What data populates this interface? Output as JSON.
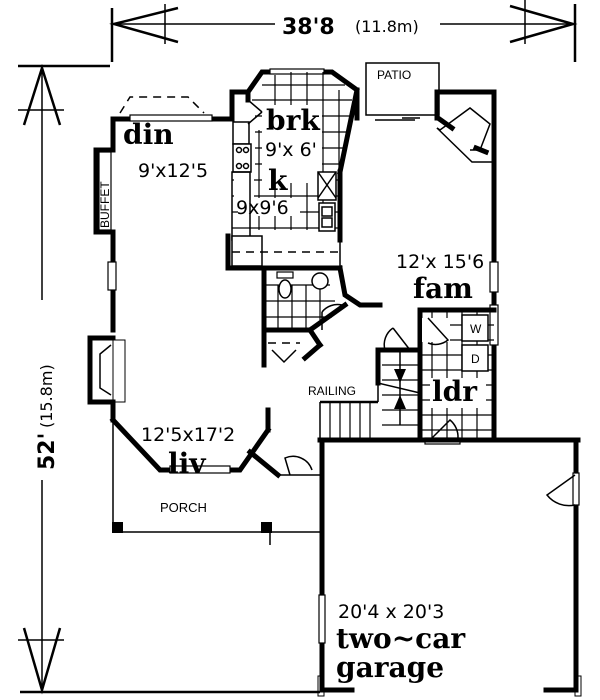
{
  "plan": {
    "overall_width": {
      "imperial": "38'8",
      "metric": "(11.8m)"
    },
    "overall_depth": {
      "imperial": "52'",
      "metric": "(15.8m)"
    },
    "rooms": {
      "dining": {
        "name": "din",
        "size": "9'x12'5"
      },
      "breakfast": {
        "name": "brk",
        "size": "9'x 6'"
      },
      "kitchen": {
        "name": "k",
        "size": "9x9'6"
      },
      "family": {
        "name": "fam",
        "size": "12'x 15'6"
      },
      "laundry": {
        "name": "ldr"
      },
      "living": {
        "name": "liv",
        "size": "12'5x17'2"
      },
      "garage": {
        "name_line1": "two~car",
        "name_line2": "garage",
        "size": "20'4 x 20'3"
      }
    },
    "labels": {
      "patio": "PATIO",
      "buffet": "BUFFET",
      "railing": "RAILING",
      "porch": "PORCH",
      "washer": "W",
      "dryer": "D"
    }
  }
}
